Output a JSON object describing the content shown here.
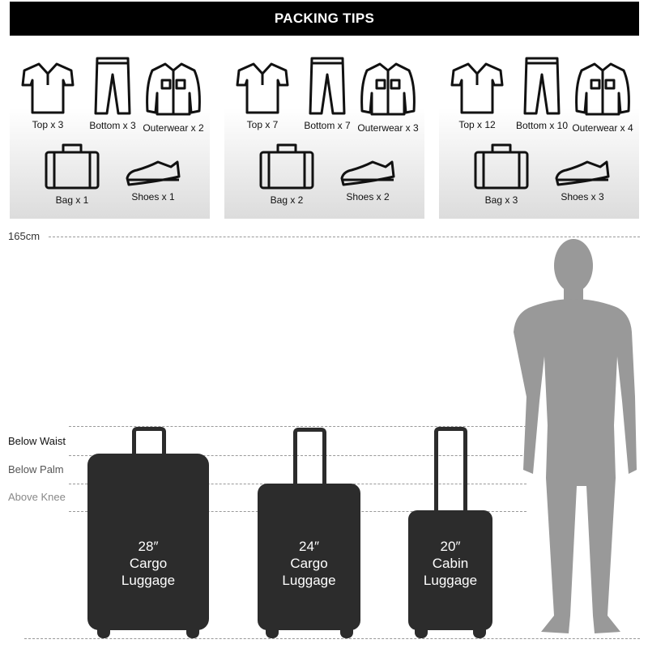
{
  "header": {
    "title": "PACKING TIPS"
  },
  "panels": [
    {
      "top": "Top x 3",
      "bottom": "Bottom x 3",
      "outerwear": "Outerwear x 2",
      "bag": "Bag x 1",
      "shoes": "Shoes x 1"
    },
    {
      "top": "Top x 7",
      "bottom": "Bottom x 7",
      "outerwear": "Outerwear x 3",
      "bag": "Bag x 2",
      "shoes": "Shoes x 2"
    },
    {
      "top": "Top x 12",
      "bottom": "Bottom x 10",
      "outerwear": "Outerwear x 4",
      "bag": "Bag x 3",
      "shoes": "Shoes x 3"
    }
  ],
  "height_label": "165cm",
  "levels": [
    "Below Waist",
    "Below Palm",
    "Above Knee"
  ],
  "luggage": [
    {
      "size": "28″",
      "type": "Cargo",
      "word": "Luggage"
    },
    {
      "size": "24″",
      "type": "Cargo",
      "word": "Luggage"
    },
    {
      "size": "20″",
      "type": "Cabin",
      "word": "Luggage"
    }
  ],
  "colors": {
    "luggage": "#2c2c2c",
    "person": "#999999",
    "header": "#000000"
  }
}
